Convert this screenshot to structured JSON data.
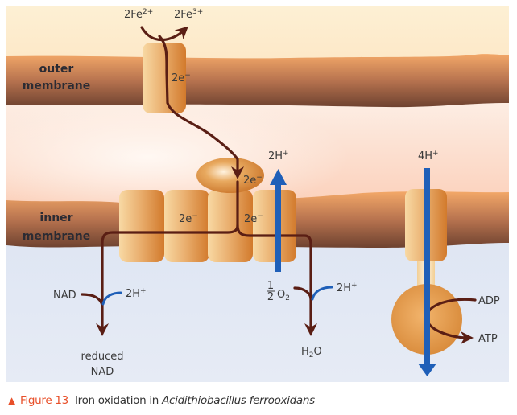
{
  "diagram": {
    "regions": {
      "outer_membrane_label": [
        "outer",
        "membrane"
      ],
      "inner_membrane_label": [
        "inner",
        "membrane"
      ]
    },
    "top_reaction": {
      "reactant": "2Fe",
      "reactant_charge": "2+",
      "product": "2Fe",
      "product_charge": "3+"
    },
    "electron_labels": {
      "outer_protein": "2e",
      "cap_protein": "2e",
      "complex_left": "2e",
      "complex_right": "2e",
      "charge": "−"
    },
    "proton_pump": {
      "label": "2H",
      "charge": "+"
    },
    "atp_synthase": {
      "label": "4H",
      "charge": "+",
      "adp": "ADP",
      "atp": "ATP"
    },
    "nad_branch": {
      "reactant": "NAD",
      "protons": "2H",
      "protons_charge": "+",
      "product_line1": "reduced",
      "product_line2": "NAD"
    },
    "oxygen_branch": {
      "frac_num": "1",
      "frac_den": "2",
      "reactant": "O",
      "reactant_sub": "2",
      "protons": "2H",
      "protons_charge": "+",
      "product_h": "H",
      "product_sub": "2",
      "product_o": "O"
    },
    "colors": {
      "extracellular": "#fdebc8",
      "periplasm": "#fbd0bd",
      "cytoplasm": "#d5dff0",
      "membrane_top": "#f0a468",
      "membrane_bottom": "#7a4a33",
      "protein": "#e3a456",
      "electron_arrow": "#5a1e14",
      "proton_arrow": "#1f5fb8",
      "caption_accent": "#e8502a"
    }
  },
  "caption": {
    "marker": "▲",
    "figure_label": "Figure 13",
    "text": "Iron oxidation in ",
    "organism": "Acidithiobacillus ferrooxidans"
  }
}
